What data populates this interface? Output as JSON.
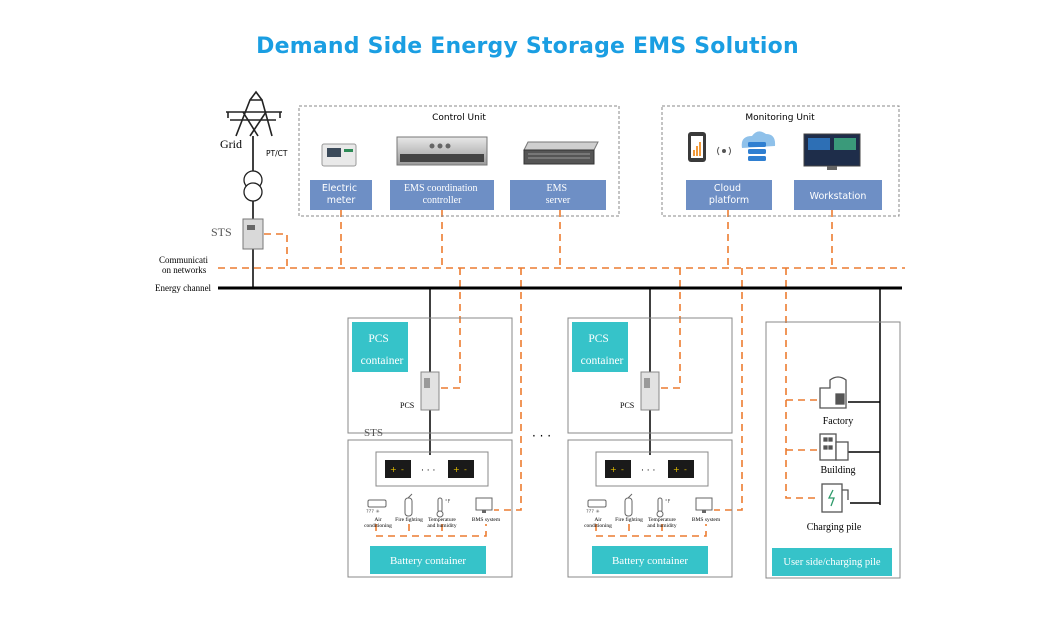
{
  "title": "Demand Side Energy Storage EMS Solution",
  "labels": {
    "grid": "Grid",
    "ptct": "PT/CT",
    "sts": "STS",
    "communication_networks": [
      "Communicati",
      "on networks"
    ],
    "energy_channel": "Energy channel",
    "ellipsis": "· · ·"
  },
  "control_unit": {
    "title": "Control Unit",
    "items": [
      {
        "lines": [
          "Electric",
          "meter"
        ]
      },
      {
        "lines": [
          "EMS coordination",
          "controller"
        ]
      },
      {
        "lines": [
          "EMS",
          "server"
        ]
      }
    ]
  },
  "monitoring_unit": {
    "title": "Monitoring Unit",
    "items": [
      {
        "lines": [
          "Cloud",
          "platform"
        ]
      },
      {
        "lines": [
          "Workstation"
        ]
      }
    ]
  },
  "groups": [
    {
      "pcs_container": [
        "PCS",
        "container"
      ],
      "pcs": "PCS",
      "sts": "STS",
      "battery_container": "Battery container",
      "devices": [
        {
          "lines": [
            "Air",
            "conditioning"
          ],
          "icon_caption": "??? ✳"
        },
        {
          "lines": [
            "Fire fighting"
          ]
        },
        {
          "lines": [
            "Temperature",
            "and humidity"
          ],
          "icon_caption": "°F"
        },
        {
          "lines": [
            "BMS system"
          ]
        }
      ]
    },
    {
      "pcs_container": [
        "PCS",
        "container"
      ],
      "pcs": "PCS",
      "battery_container": "Battery container",
      "devices": [
        {
          "lines": [
            "Air",
            "conditioning"
          ],
          "icon_caption": "??? ✳"
        },
        {
          "lines": [
            "Fire fighting"
          ]
        },
        {
          "lines": [
            "Temperature",
            "and humidity"
          ],
          "icon_caption": "°F"
        },
        {
          "lines": [
            "BMS system"
          ]
        }
      ]
    }
  ],
  "user_side": {
    "label": "User side/charging pile",
    "items": [
      "Factory",
      "Building",
      "Charging pile"
    ]
  },
  "colors": {
    "title": "#1a9ee2",
    "blue_box": "#6e8fc5",
    "teal_box": "#36c3c9",
    "dashed_line": "#ec7c30",
    "bus": "#000000"
  }
}
